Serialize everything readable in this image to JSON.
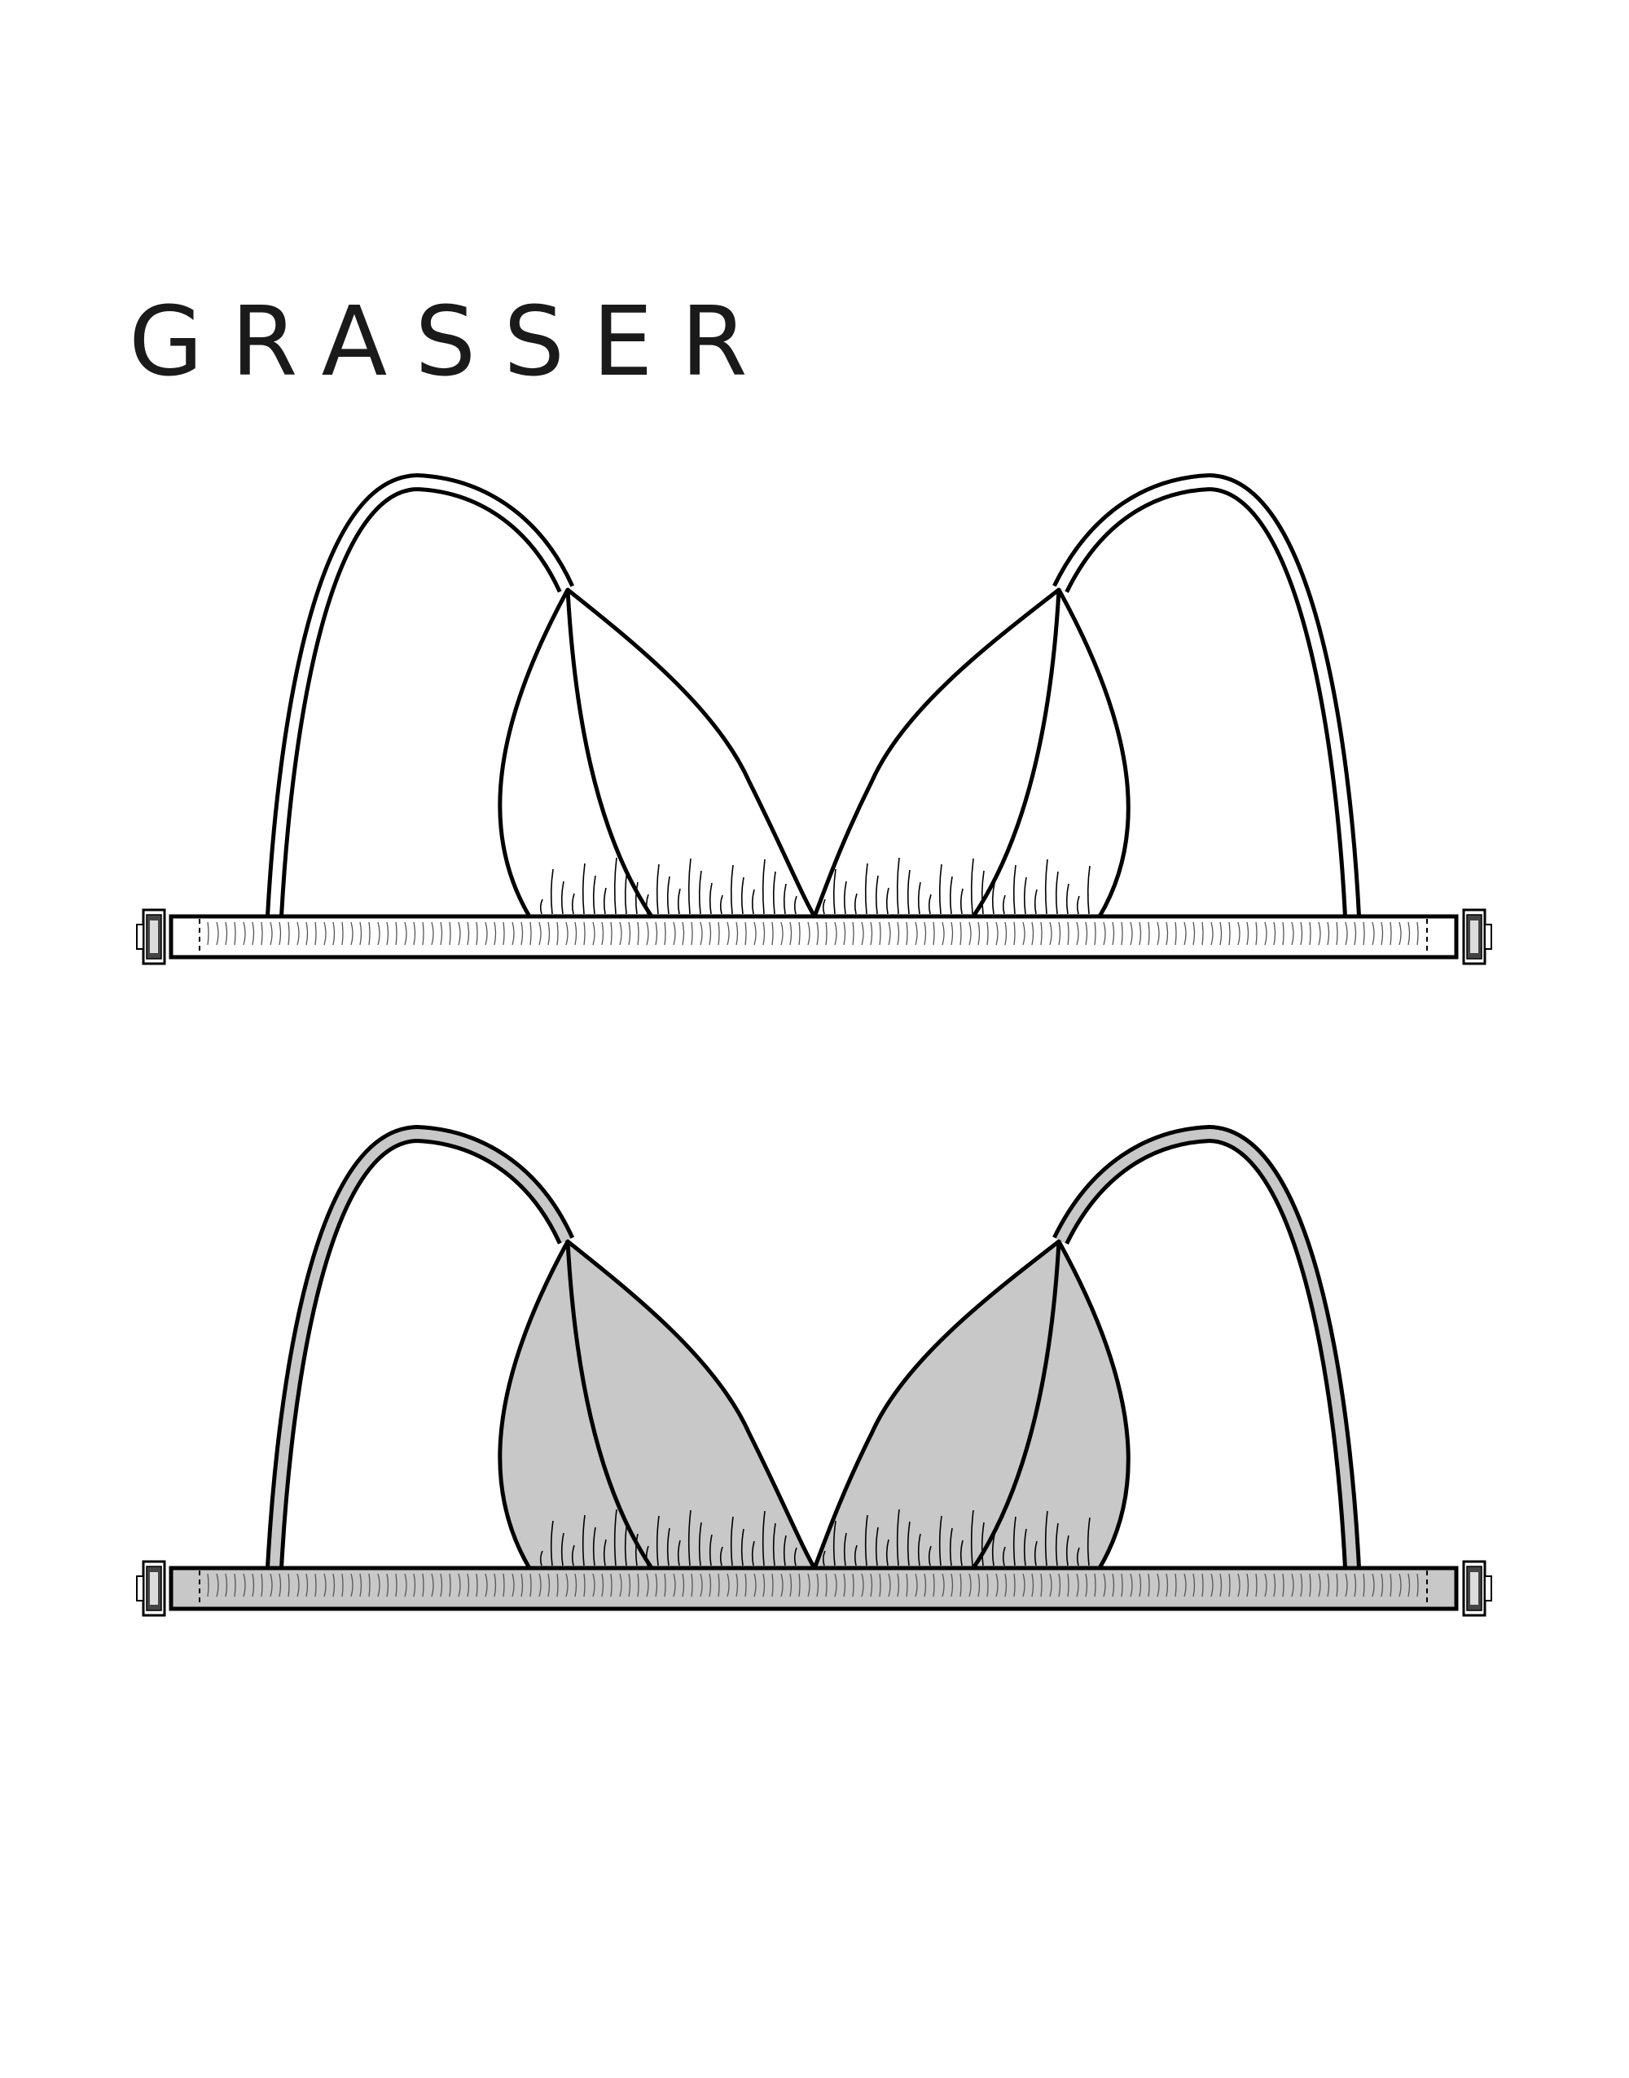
{
  "brand": {
    "name": "GRASSER"
  },
  "colors": {
    "background": "#ffffff",
    "outline": "#000000",
    "back_view_fill": "#c8c8c8",
    "front_view_fill": "#ffffff",
    "hardware": "#444444"
  },
  "sketches": [
    {
      "view": "front",
      "fill": "#ffffff"
    },
    {
      "view": "back",
      "fill": "#c8c8c8"
    }
  ]
}
